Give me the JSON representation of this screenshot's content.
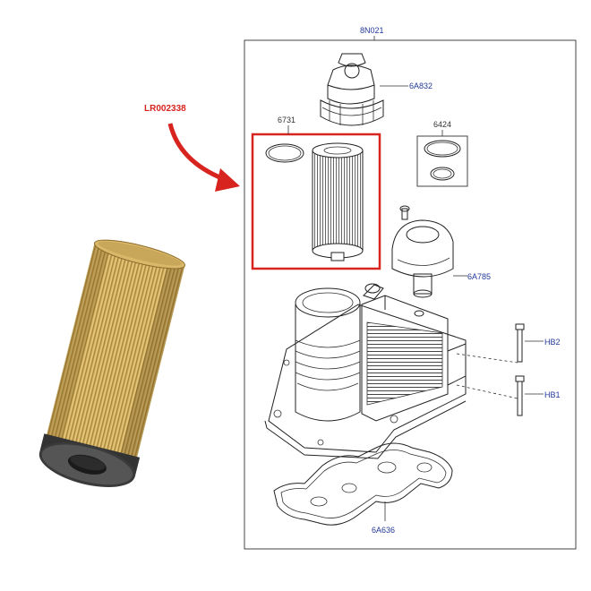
{
  "part_reference": "LR002338",
  "assembly_code": "8N021",
  "callouts": {
    "cap": "6A832",
    "filter_element": "6731",
    "seal_kit": "6424",
    "housing_valve": "6A785",
    "bolt_upper": "HB2",
    "bolt_lower": "HB1",
    "gasket": "6A636"
  },
  "colors": {
    "highlight": "#d8241f",
    "label": "#23389a",
    "filter_paper": "#d9b86a",
    "filter_cap": "#2b2b2b"
  }
}
